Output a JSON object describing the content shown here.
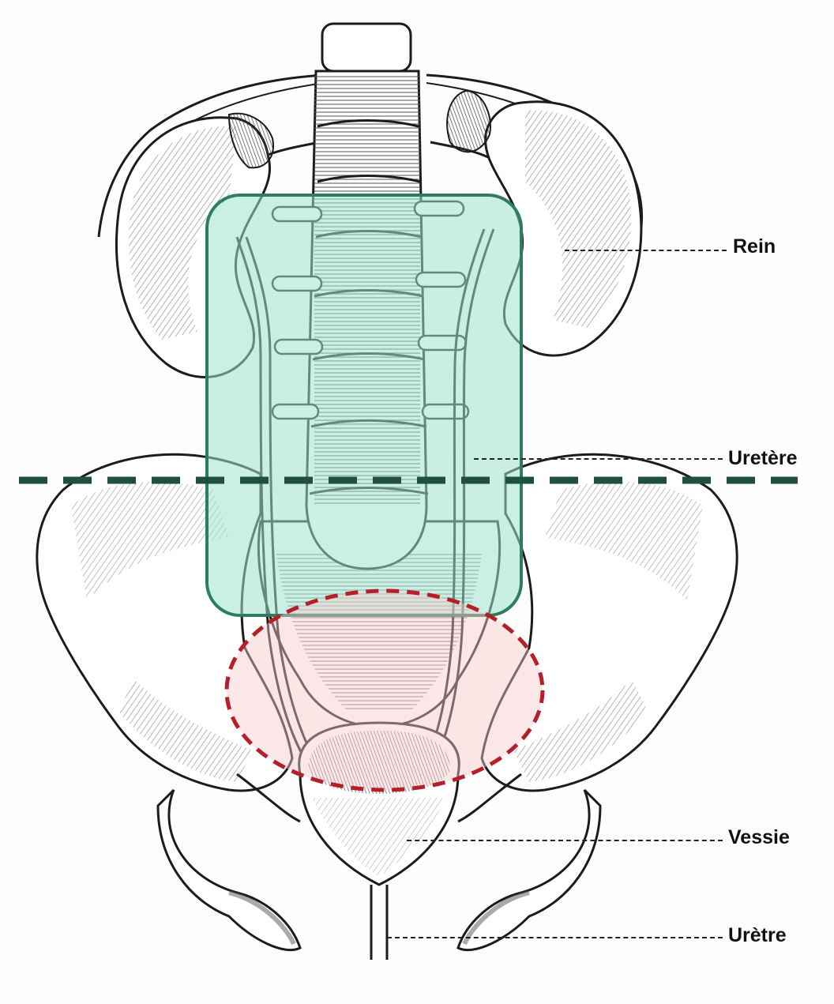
{
  "labels": {
    "rein": "Rein",
    "uretere": "Uretère",
    "vessie": "Vessie",
    "uretre": "Urètre"
  },
  "colors": {
    "ink": "#1c1c1c",
    "bone": "#ffffff",
    "hatch": "#6a6a6a",
    "highlight_box_fill": "#9fe3cf",
    "highlight_box_stroke": "#2e7d62",
    "pelvic_circle_fill": "#f6c9c9",
    "pelvic_circle_stroke": "#b3202a",
    "level_line": "#1f4f3f"
  }
}
